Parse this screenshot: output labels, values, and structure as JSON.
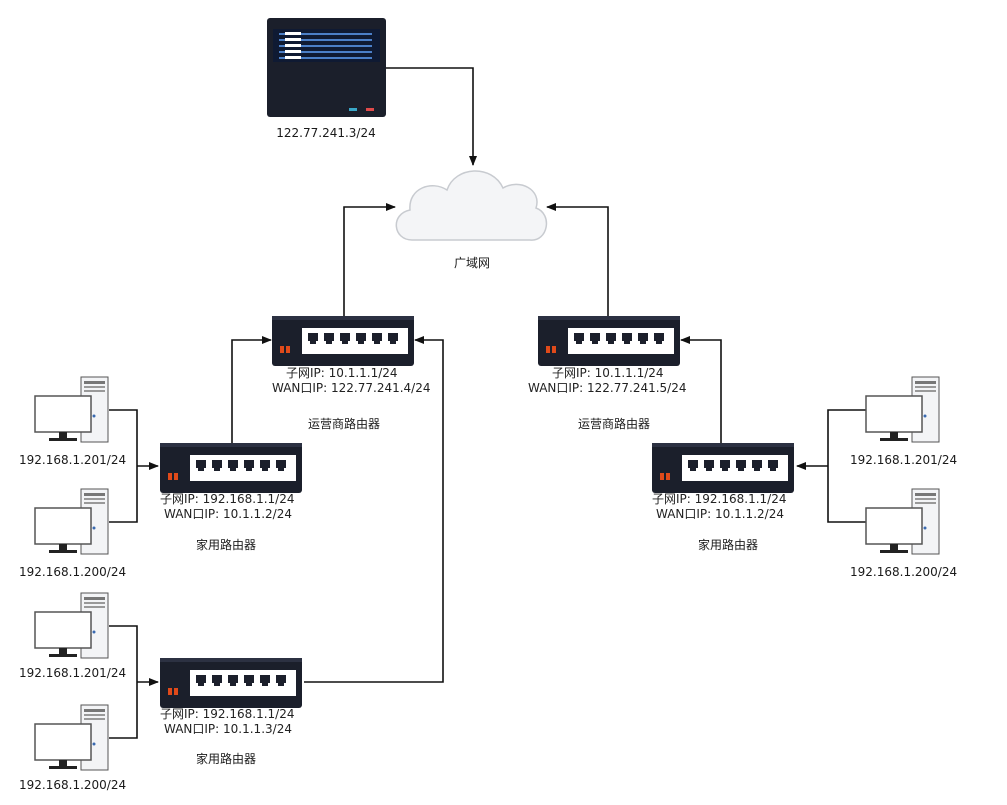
{
  "server": {
    "ip": "122.77.241.3/24"
  },
  "cloud": {
    "label": "广域网"
  },
  "isp_routers": [
    {
      "subnet": "子网IP:   10.1.1.1/24",
      "wan": "WAN口IP:  122.77.241.4/24",
      "name": "运营商路由器"
    },
    {
      "subnet": "子网IP:   10.1.1.1/24",
      "wan": "WAN口IP:  122.77.241.5/24",
      "name": "运营商路由器"
    }
  ],
  "home_routers": [
    {
      "subnet": "子网IP:   192.168.1.1/24",
      "wan": "WAN口IP:  10.1.1.2/24",
      "name": "家用路由器"
    },
    {
      "subnet": "子网IP:   192.168.1.1/24",
      "wan": "WAN口IP:  10.1.1.3/24",
      "name": "家用路由器"
    },
    {
      "subnet": "子网IP:   192.168.1.1/24",
      "wan": "WAN口IP:  10.1.1.2/24",
      "name": "家用路由器"
    }
  ],
  "pcs": [
    {
      "ip": "192.168.1.201/24"
    },
    {
      "ip": "192.168.1.200/24"
    },
    {
      "ip": "192.168.1.201/24"
    },
    {
      "ip": "192.168.1.200/24"
    },
    {
      "ip": "192.168.1.201/24"
    },
    {
      "ip": "192.168.1.200/24"
    }
  ]
}
